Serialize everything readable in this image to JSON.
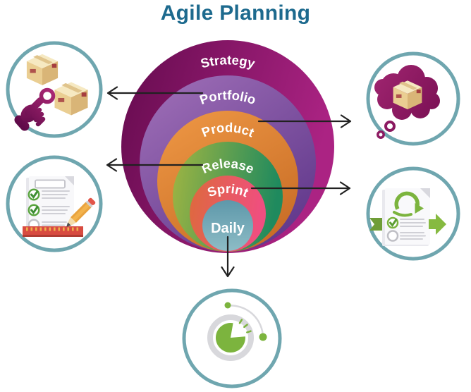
{
  "title": "Agile Planning",
  "colors": {
    "title_text": "#1d6a8e",
    "icon_ring": "#6fa6af",
    "arrow": "#212121",
    "ring_label_text": "#ffffff",
    "green_accent": "#7cb43e",
    "magenta_accent": "#8e1765",
    "ruler_red": "#d84b40",
    "pencil_yellow": "#f3b34c",
    "box_tan": "#eace92",
    "timer_gray": "#d8d8dc"
  },
  "rings": [
    {
      "label": "Strategy",
      "color_from": "#650b4e",
      "color_to": "#ab2383"
    },
    {
      "label": "Portfolio",
      "color_from": "#9d6db6",
      "color_to": "#5c3488"
    },
    {
      "label": "Product",
      "color_from": "#eb9442",
      "color_to": "#c66a24"
    },
    {
      "label": "Release",
      "color_from": "#a0b542",
      "color_to": "#1f8a5e"
    },
    {
      "label": "Sprint",
      "color_from": "#dd6a3c",
      "color_to": "#f04e80"
    },
    {
      "label": "Daily",
      "color_from": "#5e98aa",
      "color_to": "#8dbcc6"
    }
  ],
  "icons": {
    "top_left": "package-selection-icon",
    "top_right": "idea-cloud-icon",
    "middle_left": "checklist-icon",
    "middle_right": "sprint-document-icon",
    "bottom": "timer-icon"
  }
}
